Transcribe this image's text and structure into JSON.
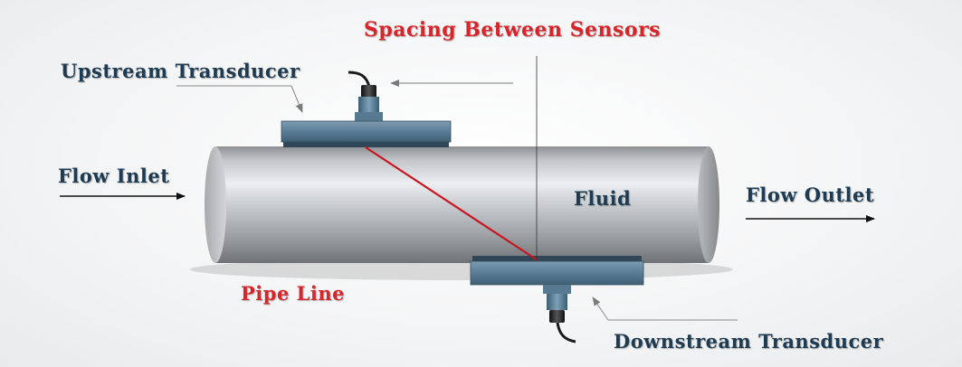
{
  "labels": {
    "spacing": "Spacing Between Sensors",
    "upstream": "Upstream Transducer",
    "downstream": "Downstream Transducer",
    "flow_inlet": "Flow Inlet",
    "flow_outlet": "Flow Outlet",
    "fluid": "Fluid",
    "pipe_line": "Pipe Line"
  },
  "colors": {
    "label_dark": "#1f3b52",
    "label_red": "#d6262c",
    "transducer_body": "#5c7f96",
    "signal_path": "#c8141e"
  }
}
